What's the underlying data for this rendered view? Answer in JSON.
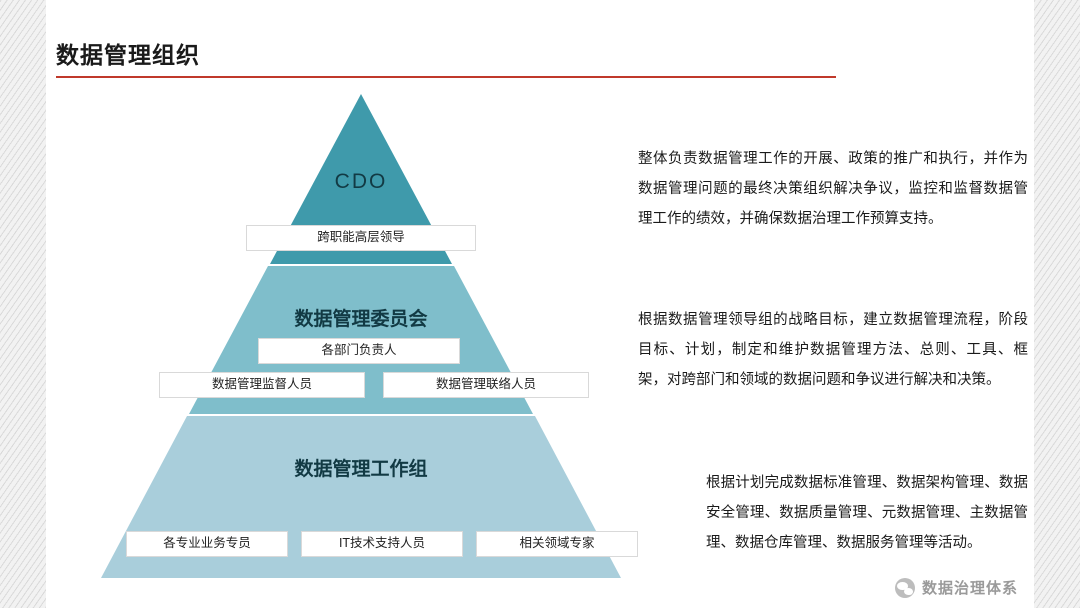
{
  "page": {
    "title": "数据管理组织",
    "accent_color": "#c0392b"
  },
  "pyramid": {
    "colors": {
      "tier1": "#3f9aab",
      "tier2": "#7fbecb",
      "tier3": "#a9cedb"
    },
    "tiers": [
      {
        "name": "CDO",
        "title": "CDO",
        "chips": [
          "跨职能高层领导"
        ],
        "description": "整体负责数据管理工作的开展、政策的推广和执行，并作为数据管理问题的最终决策组织解决争议，监控和监督数据管理工作的绩效，并确保数据治理工作预算支持。"
      },
      {
        "name": "数据管理委员会",
        "title": "数据管理委员会",
        "chips": [
          "各部门负责人",
          "数据管理监督人员",
          "数据管理联络人员"
        ],
        "description": "根据数据管理领导组的战略目标，建立数据管理流程，阶段目标、计划，制定和维护数据管理方法、总则、工具、框架，对跨部门和领域的数据问题和争议进行解决和决策。"
      },
      {
        "name": "数据管理工作组",
        "title": "数据管理工作组",
        "chips": [
          "各专业业务专员",
          "IT技术支持人员",
          "相关领域专家"
        ],
        "description": "根据计划完成数据标准管理、数据架构管理、数据安全管理、数据质量管理、元数据管理、主数据管理、数据仓库管理、数据服务管理等活动。"
      }
    ]
  },
  "watermark": {
    "icon": "wechat-icon",
    "text": "数据治理体系"
  }
}
